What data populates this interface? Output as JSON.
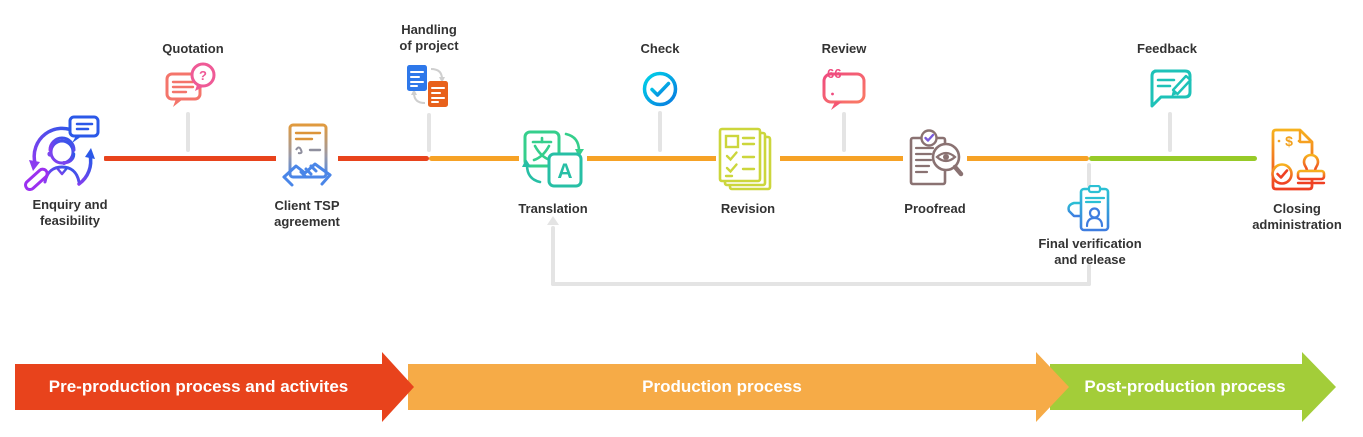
{
  "diagram_type": "process-timeline",
  "steps": [
    {
      "label": "Enquiry and feasibility",
      "icon": "support-agent-icon",
      "placement": "start-of-line",
      "icon_color": "#8b3cf0-#2b58e8"
    },
    {
      "label": "Quotation",
      "icon": "quote-question-bubble-icon",
      "placement": "above-line",
      "icon_color": "#f4756b-#ef5a96"
    },
    {
      "label": "Client TSP agreement",
      "icon": "contract-handshake-icon",
      "placement": "on-line",
      "icon_color": "#e09a3e-#4a86e8"
    },
    {
      "label": "Handling of project",
      "icon": "document-transfer-icon",
      "placement": "above-line",
      "icon_color": "#2e78ea-#e8611c"
    },
    {
      "label": "Translation",
      "icon": "language-translate-icon",
      "placement": "on-line",
      "icon_color": "#35cf8c-#27bfa5"
    },
    {
      "label": "Check",
      "icon": "check-circle-icon",
      "placement": "above-line",
      "icon_color": "#00d4e8-#0879e0"
    },
    {
      "label": "Revision",
      "icon": "checklist-pages-icon",
      "placement": "on-line",
      "icon_color": "#ccd63c"
    },
    {
      "label": "Review",
      "icon": "quote-review-bubble-icon",
      "placement": "above-line",
      "icon_color": "#ef4b7e-#fa7a64"
    },
    {
      "label": "Proofread",
      "icon": "magnifier-eye-document-icon",
      "placement": "on-line",
      "icon_color": "#8a7272"
    },
    {
      "label": "Final verification and release",
      "icon": "clipboard-id-hand-icon",
      "placement": "below-line",
      "icon_color": "#2bc0d4-#3e7de0"
    },
    {
      "label": "Feedback",
      "icon": "feedback-pencil-bubble-icon",
      "placement": "above-line",
      "icon_color": "#1ec2b8"
    },
    {
      "label": "Closing administration",
      "icon": "invoice-stamp-icon",
      "placement": "end-of-line",
      "icon_color": "#f6b21f-#ef4023"
    }
  ],
  "timeline": {
    "segments": [
      {
        "name": "pre-production",
        "color": "#e8431c"
      },
      {
        "name": "production",
        "color": "#f6a226"
      },
      {
        "name": "post-production",
        "color": "#97ca28"
      }
    ],
    "connector_color": "#e4e4e4",
    "loop_arrow": {
      "from": "Final verification and release",
      "to": "Translation",
      "color": "#e4e4e4"
    }
  },
  "phases": [
    {
      "label": "Pre-production process and activites",
      "color": "#e8431c"
    },
    {
      "label": "Production process",
      "color": "#f6ab47"
    },
    {
      "label": "Post-production process",
      "color": "#a3cd39"
    }
  ]
}
